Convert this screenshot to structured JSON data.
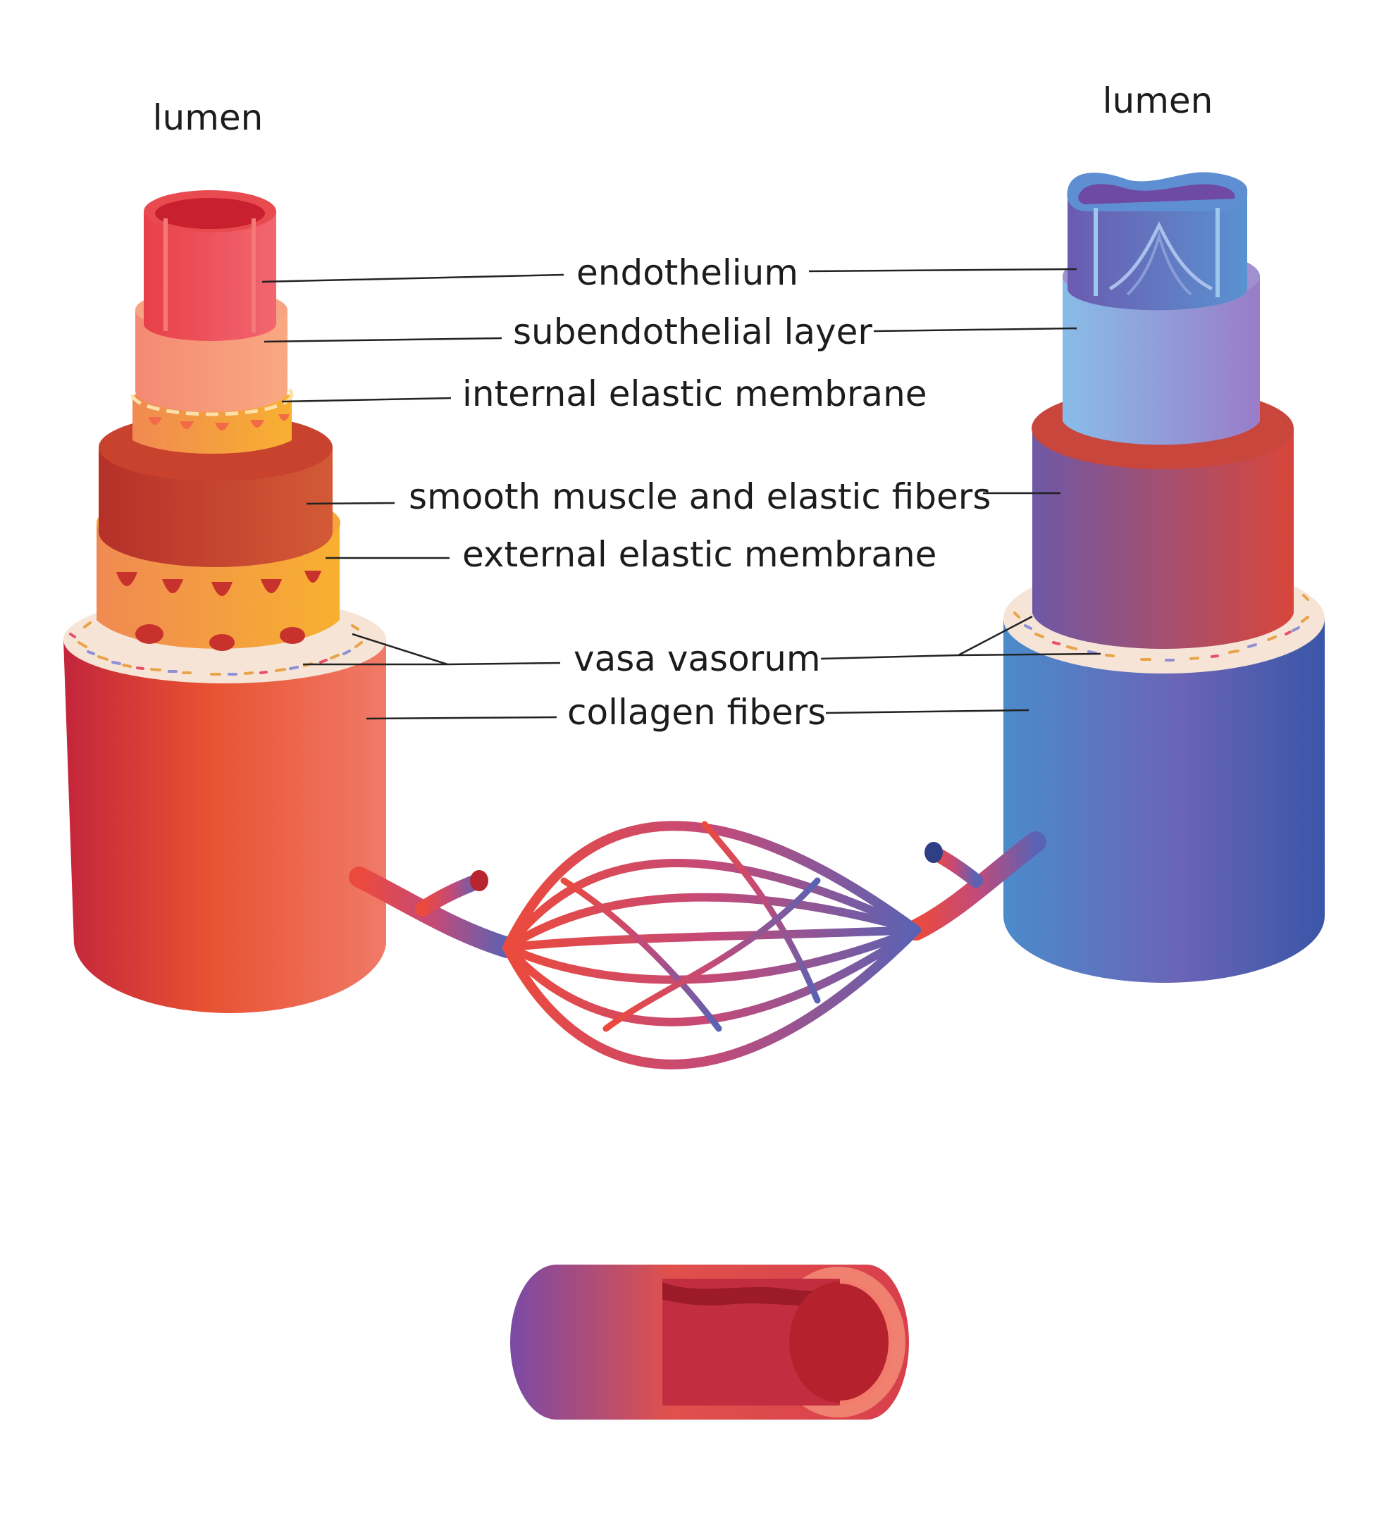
{
  "artery": {
    "lumen_label": "lumen"
  },
  "vein": {
    "lumen_label": "lumen"
  },
  "labels": {
    "endothelium": "endothelium",
    "subendothelial": "subendothelial layer",
    "internal_elastic": "internal elastic membrane",
    "smooth_muscle": "smooth muscle and elastic fibers",
    "external_elastic": "external elastic membrane",
    "vasa_vasorum": "vasa vasorum",
    "collagen": "collagen fibers"
  },
  "colors": {
    "artery_red": "#d8283c",
    "artery_orange": "#ee6e4e",
    "artery_yellow": "#f7a838",
    "vein_blue": "#4a86c8",
    "vein_purple": "#6a5aaa",
    "collagen_band": "#f6e2d2",
    "leader_line": "#222222"
  }
}
